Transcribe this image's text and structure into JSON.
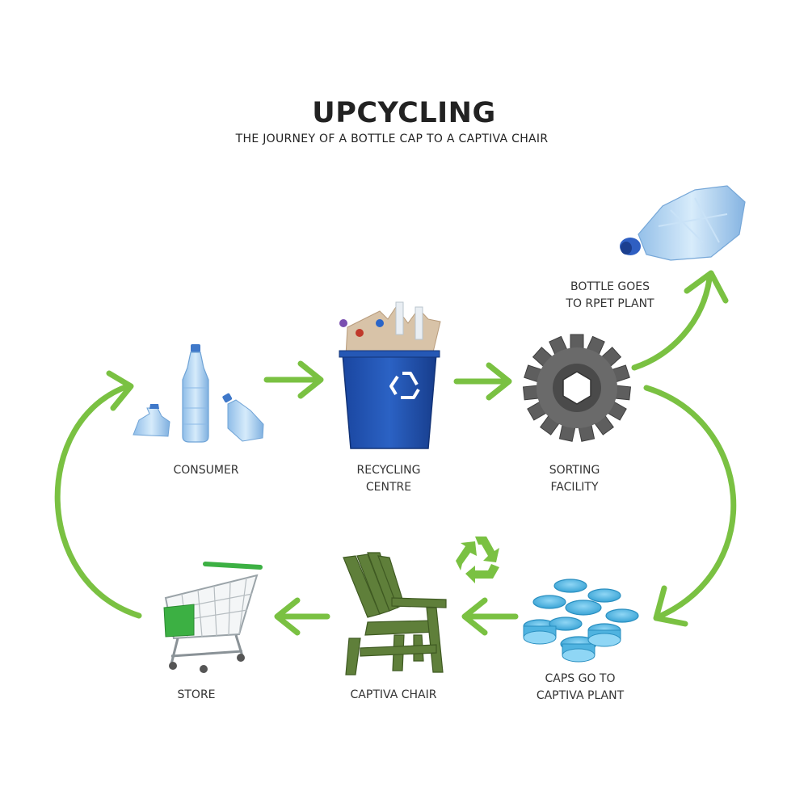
{
  "header": {
    "title": "UPCYCLING",
    "subtitle": "THE JOURNEY OF A BOTTLE CAP TO A CAPTIVA CHAIR"
  },
  "stages": {
    "consumer": {
      "line1": "CONSUMER"
    },
    "recycling": {
      "line1": "RECYCLING",
      "line2": "CENTRE"
    },
    "sorting": {
      "line1": "SORTING",
      "line2": "FACILITY"
    },
    "rpet": {
      "line1": "BOTTLE GOES",
      "line2": "TO RPET PLANT"
    },
    "caps": {
      "line1": "CAPS GO TO",
      "line2": "CAPTIVA PLANT"
    },
    "chair": {
      "line1": "CAPTIVA CHAIR"
    },
    "store": {
      "line1": "STORE"
    }
  },
  "colors": {
    "arrow": "#7ac142",
    "bin": "#1f4fa8",
    "bottle": "#a9cdf0",
    "cap": "#4fb3e0",
    "chair": "#5f7f3a",
    "gear": "#5a5a5a",
    "cart_accent": "#3cb043"
  },
  "icons": {
    "recycle_symbol": "recycle-icon"
  }
}
